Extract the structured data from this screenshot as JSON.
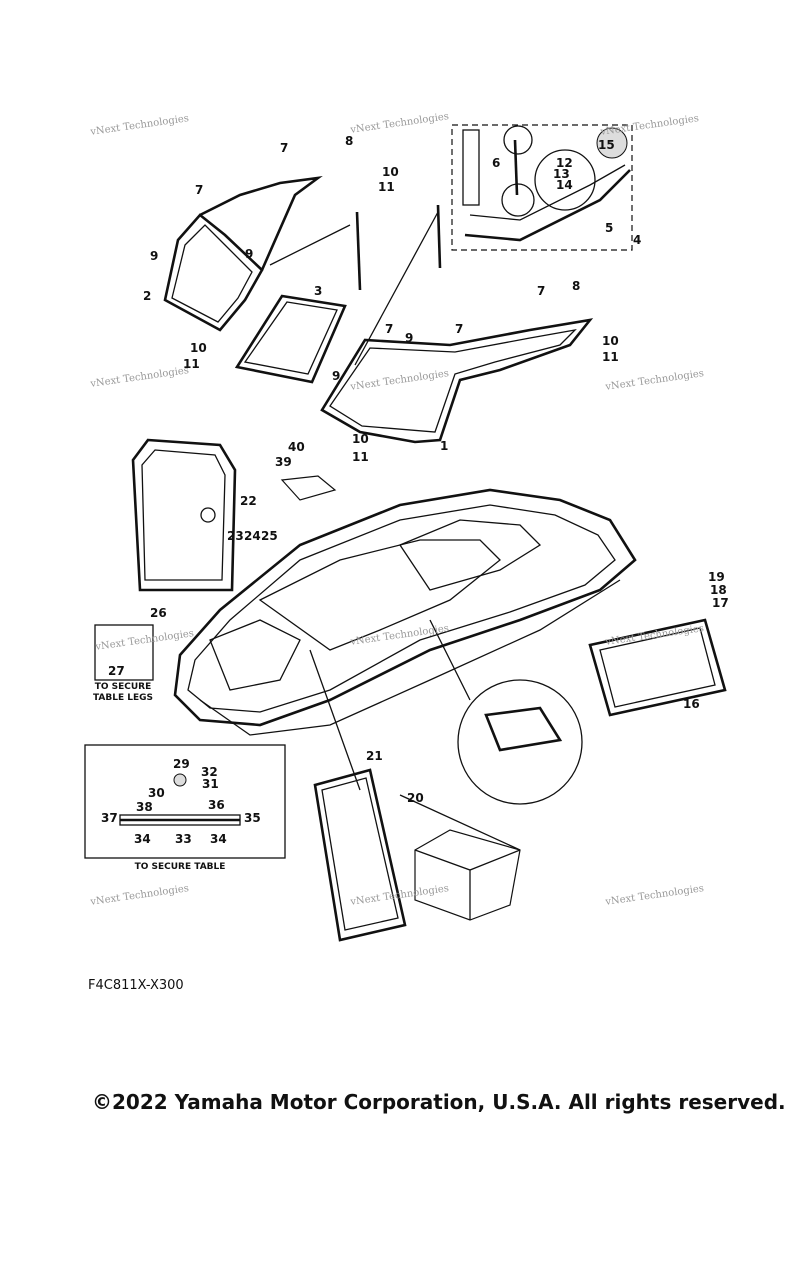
{
  "diagram_code": "F4C811X-X300",
  "copyright": "©2022 Yamaha Motor Corporation, U.S.A. All rights reserved.",
  "watermark_text": "vNext Technologies",
  "captions": {
    "table_legs": "TO SECURE\nTABLE LEGS",
    "table": "TO SECURE TABLE"
  },
  "part_labels": [
    "1",
    "2",
    "3",
    "4",
    "5",
    "6",
    "7",
    "8",
    "9",
    "10",
    "11",
    "12",
    "13",
    "14",
    "15",
    "16",
    "17",
    "18",
    "19",
    "20",
    "21",
    "22",
    "23",
    "24",
    "25",
    "26",
    "27",
    "29",
    "30",
    "31",
    "32",
    "33",
    "34",
    "35",
    "36",
    "37",
    "38",
    "39",
    "40"
  ],
  "colors": {
    "line": "#111111",
    "watermark": "#9a9a9a",
    "background": "#ffffff"
  }
}
